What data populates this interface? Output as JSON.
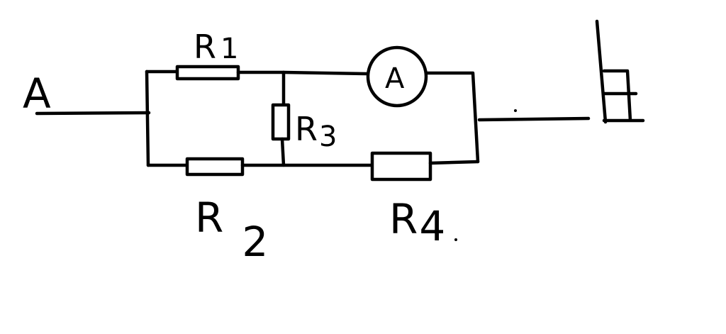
{
  "diagram": {
    "terminal_left_label": "A",
    "ammeter_label": "A",
    "resistors": [
      {
        "letter": "R",
        "index": "1"
      },
      {
        "letter": "R",
        "index": "2"
      },
      {
        "letter": "R",
        "index": "3"
      },
      {
        "letter": "R",
        "index": "4"
      }
    ]
  },
  "colors": {
    "ink": "#000000",
    "background": "#ffffff"
  }
}
